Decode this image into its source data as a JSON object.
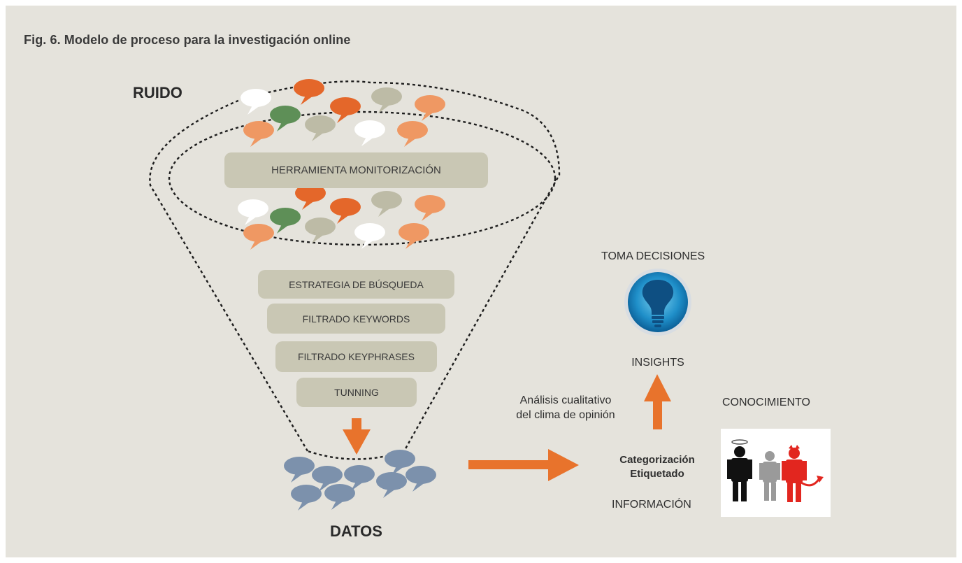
{
  "figure": {
    "title": "Fig. 6. Modelo de proceso para la investigación online"
  },
  "funnel": {
    "top_label": "RUIDO",
    "tool_box": "HERRAMIENTA MONITORIZACIÓN",
    "filters": [
      "ESTRATEGIA DE BÚSQUEDA",
      "FILTRADO KEYWORDS",
      "FILTRADO KEYPHRASES",
      "TUNNING"
    ],
    "bottom_label": "DATOS"
  },
  "process": {
    "analysis_line1": "Análisis cualitativo",
    "analysis_line2": "del clima de opinión",
    "categorization_line1": "Categorización",
    "categorization_line2": "Etiquetado",
    "information": "INFORMACIÓN",
    "knowledge": "CONOCIMIENTO",
    "insights": "INSIGHTS",
    "decisions": "TOMA DECISIONES"
  },
  "colors": {
    "background": "#e5e3dc",
    "box": "#c9c7b4",
    "arrow": "#e8732c",
    "bubble_dark_orange": "#e4672a",
    "bubble_light_orange": "#ef9863",
    "bubble_green": "#5e8f57",
    "bubble_khaki": "#bdbba6",
    "bubble_white": "#ffffff",
    "bubble_blue": "#7c91ac"
  },
  "icons": {
    "bubble": "speech-bubble-icon",
    "bulb": "lightbulb-icon",
    "people": "angel-neutral-devil-icon"
  }
}
